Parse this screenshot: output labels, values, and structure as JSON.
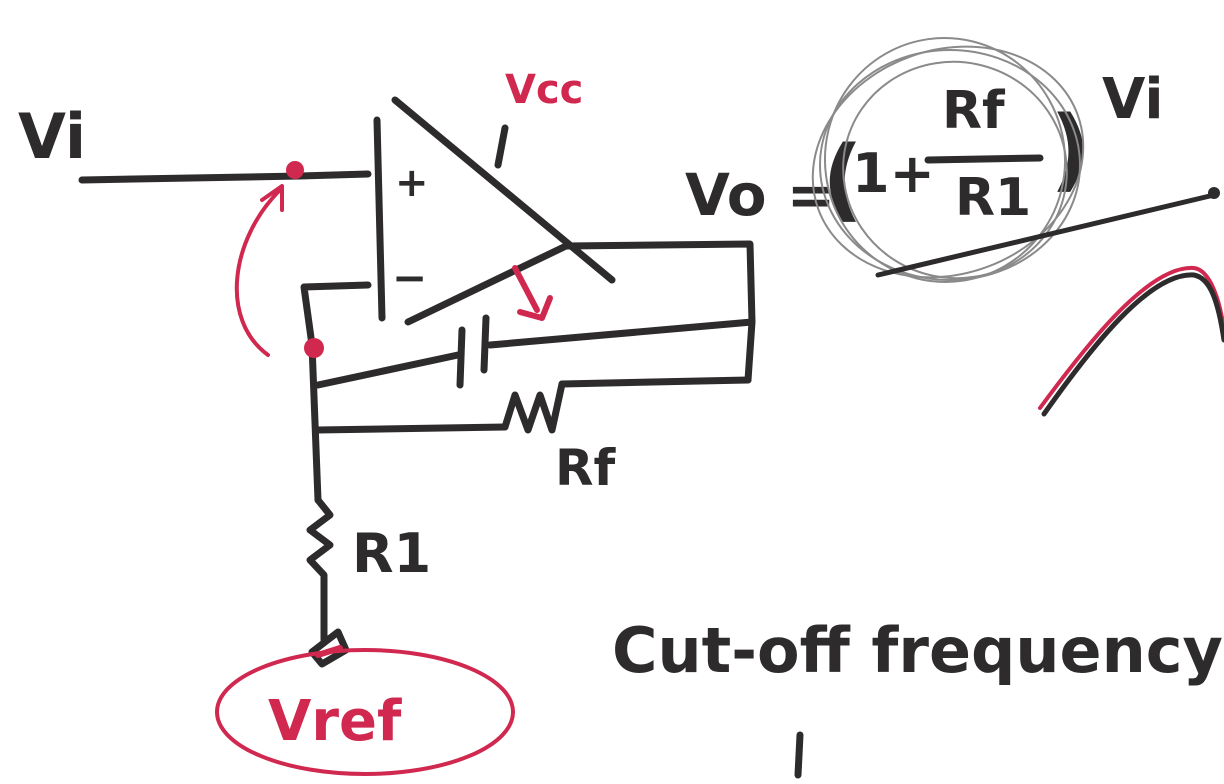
{
  "labels": {
    "input": "Vi",
    "supply": "Vcc",
    "plus": "+",
    "minus": "−",
    "feedback_resistor": "Rf",
    "ground_resistor": "R1",
    "reference": "Vref"
  },
  "formula": {
    "lhs": "Vo =",
    "open": "(",
    "one_plus": "1+",
    "numerator": "Rf",
    "denominator": "R1",
    "close": ")",
    "factor": "Vi"
  },
  "note": "Cut-off frequency",
  "colors": {
    "ink": "#2d2b2c",
    "accent": "#d0284f",
    "pencil": "#8a8a8a"
  }
}
